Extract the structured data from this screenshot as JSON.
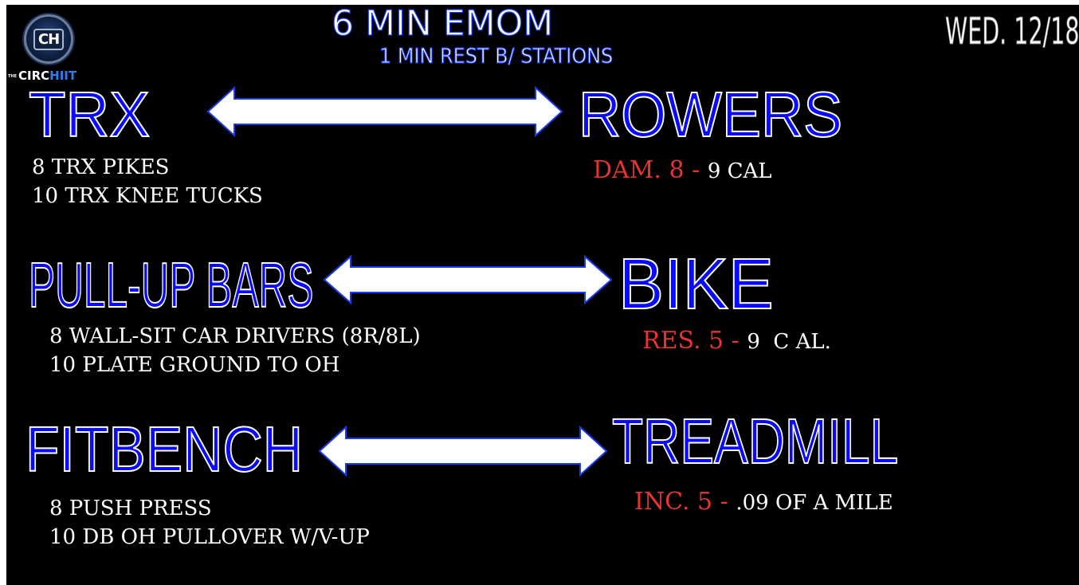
{
  "header": {
    "title": "6 MIN EMOM",
    "subtitle": "1 MIN REST B/ STATIONS",
    "date": "WED. 12/18"
  },
  "logo": {
    "initials": "CH",
    "the": "THE",
    "brand_a": "CIRC",
    "brand_b": "HIIT"
  },
  "rows": [
    {
      "left_station": "TRX",
      "left_lines": [
        "8 TRX PIKES",
        "10 TRX KNEE TUCKS"
      ],
      "right_station": "ROWERS",
      "right_accent": "DAM. 8 - ",
      "right_detail": "9 CAL"
    },
    {
      "left_station": "PULL-UP BARS",
      "left_lines": [
        "8 WALL-SIT CAR DRIVERS (8R/8L)",
        "10 PLATE GROUND TO OH"
      ],
      "right_station": "BIKE",
      "right_accent": "RES. 5 - ",
      "right_detail": "9  C AL."
    },
    {
      "left_station": "FITBENCH",
      "left_lines": [
        "8 PUSH PRESS",
        "10 DB OH PULLOVER W/V-UP"
      ],
      "right_station": "TREADMILL",
      "right_accent": "INC. 5 - ",
      "right_detail": ".09 OF A MILE"
    }
  ],
  "colors": {
    "background": "#000000",
    "station_fill": "#0a0aff",
    "accent": "#e8342c",
    "text": "#ffffff"
  },
  "icons": [
    "double-arrow-icon",
    "logo-icon"
  ]
}
